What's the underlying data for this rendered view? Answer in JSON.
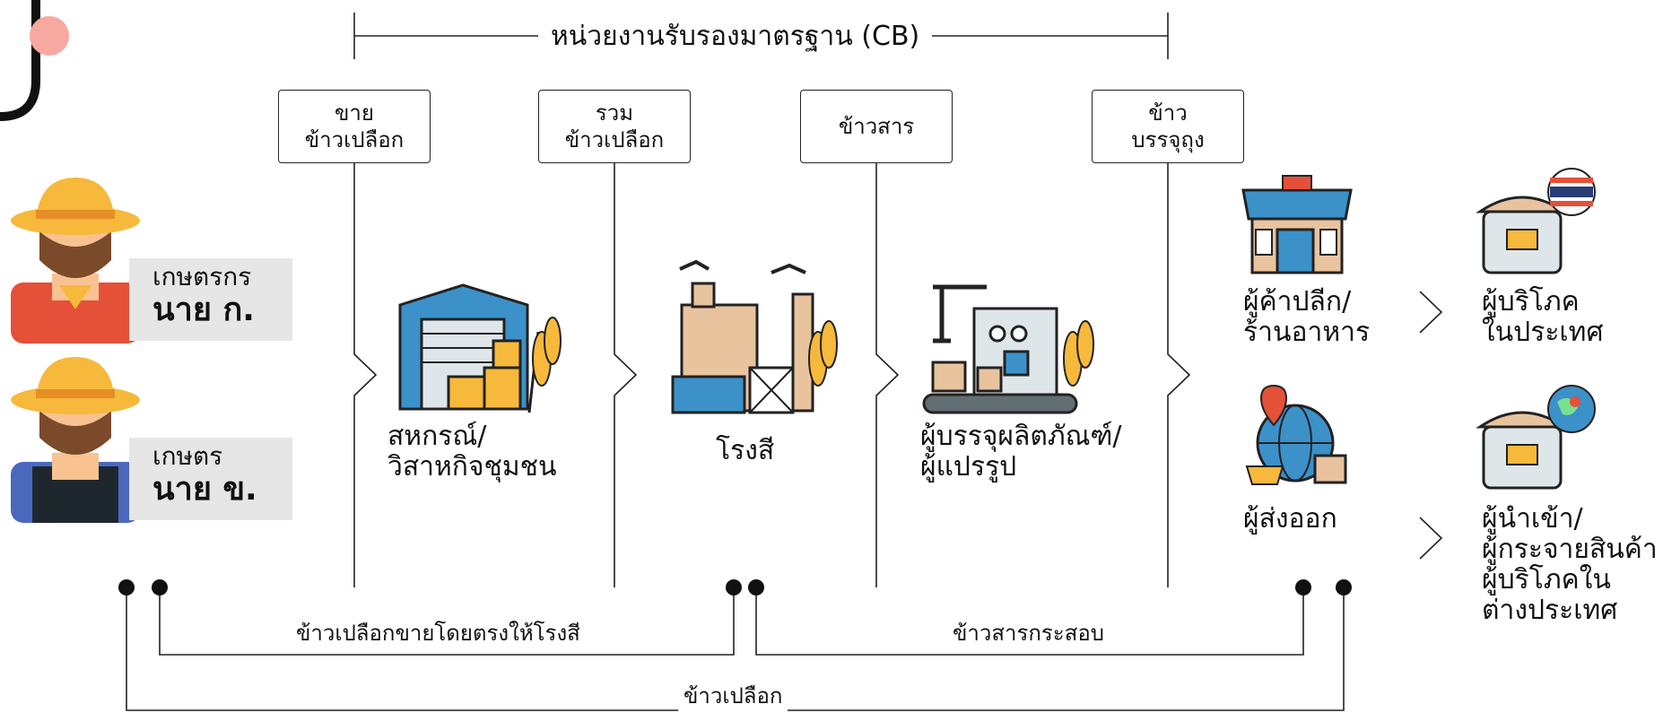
{
  "certification": {
    "title": "หน่วยงานรับรองมาตรฐาน (CB)"
  },
  "stage_boxes": [
    {
      "line1": "ขาย",
      "line2": "ข้าวเปลือก"
    },
    {
      "line1": "รวม",
      "line2": "ข้าวเปลือก"
    },
    {
      "line1": "ข้าวสาร",
      "line2": ""
    },
    {
      "line1": "ข้าว",
      "line2": "บรรจุถุง"
    }
  ],
  "farmers": [
    {
      "role": "เกษตรกร",
      "name": "นาย ก."
    },
    {
      "role": "เกษตร",
      "name": "นาย ข."
    }
  ],
  "actors": {
    "cooperative": {
      "line1": "สหกรณ์/",
      "line2": "วิสาหกิจชุมชน"
    },
    "mill": {
      "line1": "โรงสี"
    },
    "packer": {
      "line1": "ผู้บรรจุผลิตภัณฑ์/",
      "line2": "ผู้แปรรูป"
    },
    "retailer": {
      "line1": "ผู้ค้าปลีก/",
      "line2": "ร้านอาหาร"
    },
    "exporter": {
      "line1": "ผู้ส่งออก"
    },
    "domestic_consumer": {
      "line1": "ผู้บริโภค",
      "line2": "ในประเทศ"
    },
    "foreign": {
      "line1": "ผู้นำเข้า/",
      "line2": "ผู้กระจายสินค้า",
      "line3": "ผู้บริโภคใน",
      "line4": "ต่างประเทศ"
    }
  },
  "flows": {
    "direct_to_mill": "ข้าวเปลือกขายโดยตรงให้โรงสี",
    "milled_rice": "ข้าวสารกระสอบ",
    "paddy": "ข้าวเปลือก"
  },
  "colors": {
    "line": "#222222",
    "hat": "#f6b93b",
    "shirt_red": "#e55039",
    "shirt_blue": "#4a69bd",
    "skin": "#f8c291",
    "tag_bg": "#e6e6e6",
    "building_blue": "#3c91c9"
  }
}
